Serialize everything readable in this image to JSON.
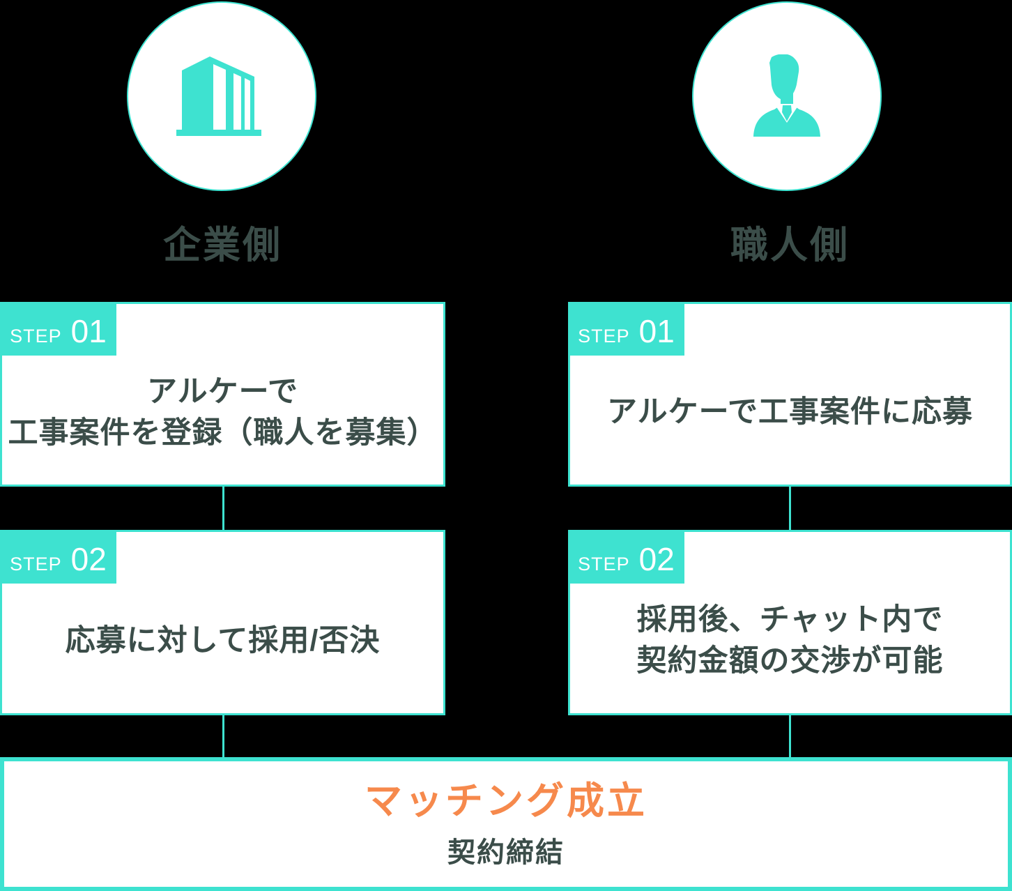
{
  "colors": {
    "teal": "#3EE2D0",
    "dark_text": "#3B4D49",
    "orange": "#F6894C",
    "box_background": "#FFFFFF",
    "page_background": "#000000"
  },
  "icons": {
    "company": "building-icon",
    "worker": "person-icon"
  },
  "left_column": {
    "label": "企業側",
    "steps": [
      {
        "badge_label": "STEP",
        "badge_number": "01",
        "lines": [
          "アルケーで",
          "工事案件を登録（職人を募集）"
        ]
      },
      {
        "badge_label": "STEP",
        "badge_number": "02",
        "lines": [
          "応募に対して採用/否決"
        ]
      }
    ]
  },
  "right_column": {
    "label": "職人側",
    "steps": [
      {
        "badge_label": "STEP",
        "badge_number": "01",
        "lines": [
          "アルケーで工事案件に応募"
        ]
      },
      {
        "badge_label": "STEP",
        "badge_number": "02",
        "lines": [
          "採用後、チャット内で",
          "契約金額の交渉が可能"
        ]
      }
    ]
  },
  "result": {
    "title": "マッチング成立",
    "subtitle": "契約締結"
  }
}
